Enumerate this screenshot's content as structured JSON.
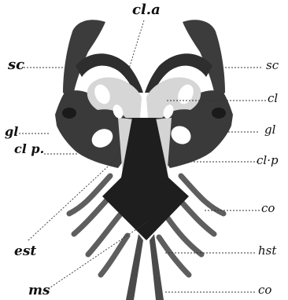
{
  "colors": {
    "bone": "#3a3a3a",
    "cartilage": "#d8d8d8",
    "bone_dark": "#1e1e1e",
    "rib": "#6a6a6a"
  },
  "labels": {
    "cl_a_top": "cl.a",
    "sc_left": "sc",
    "sc_right": "sc",
    "cl_right": "cl",
    "gl_left": "gl",
    "gl_right": "gl",
    "cl_p_left": "cl p.",
    "cl_p_right": "cl·p",
    "co_upper": "co",
    "est": "est",
    "hst": "hst",
    "ms": "ms",
    "co_lower": "co"
  }
}
